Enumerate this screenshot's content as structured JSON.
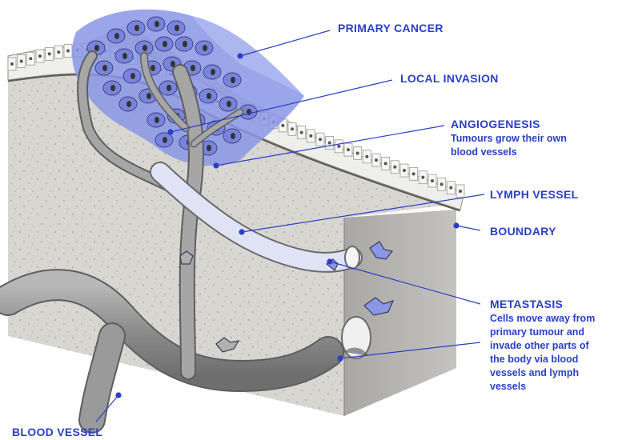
{
  "labels": {
    "primary_cancer": "PRIMARY CANCER",
    "local_invasion": "LOCAL INVASION",
    "angiogenesis": "ANGIOGENESIS",
    "angiogenesis_desc": [
      "Tumours grow their own",
      "blood vessels"
    ],
    "lymph_vessel": "LYMPH VESSEL",
    "boundary": "BOUNDARY",
    "metastasis": "METASTASIS",
    "metastasis_desc": [
      "Cells move away from",
      "primary tumour and",
      "invade other parts of",
      "the body via blood",
      "vessels and lymph",
      "vessels"
    ],
    "blood_vessel": "BLOOD VESSEL"
  },
  "colors": {
    "label_blue": "#2a3fc7",
    "tumour_blue": "#8a96e6",
    "tissue_grey": "#d6d4cf",
    "vessel_grey": "#9a9a9a"
  }
}
